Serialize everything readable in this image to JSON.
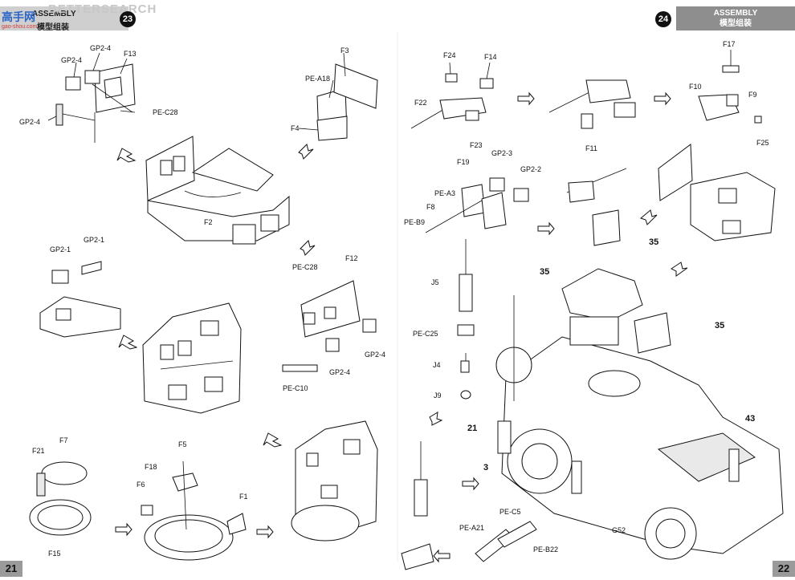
{
  "header": {
    "watermark": "BETTERSEARCH",
    "watermark_logo": "高手网",
    "watermark_url": "gao-shou.com",
    "left_title_en": "ASSEMBLY",
    "left_title_cn": "模型组装",
    "right_title_en": "ASSEMBLY",
    "right_title_cn": "模型组装"
  },
  "steps": {
    "left": "23",
    "right": "24"
  },
  "pages": {
    "left": "21",
    "right": "22"
  },
  "labels": {
    "gp24a": "GP2-4",
    "gp24b": "GP2-4",
    "gp24c": "GP2-4",
    "f13": "F13",
    "pec28a": "PE-C28",
    "f3": "F3",
    "pea18": "PE-A18",
    "f4": "F4",
    "f2": "F2",
    "gp21a": "GP2-1",
    "gp21b": "GP2-1",
    "pec28b": "PE-C28",
    "f12": "F12",
    "gp24d": "GP2-4",
    "gp24e": "GP2-4",
    "pec10": "PE-C10",
    "f21": "F21",
    "f7": "F7",
    "f15": "F15",
    "f18": "F18",
    "f5": "F5",
    "f6": "F6",
    "f1": "F1",
    "f24": "F24",
    "f14": "F14",
    "f22": "F22",
    "f23": "F23",
    "f11": "F11",
    "f17": "F17",
    "f10": "F10",
    "f9": "F9",
    "f25": "F25",
    "f19": "F19",
    "gp23": "GP2-3",
    "gp22": "GP2-2",
    "pea3": "PE-A3",
    "f8": "F8",
    "peb9": "PE-B9",
    "j5": "J5",
    "pec25": "PE-C25",
    "j4": "J4",
    "j9": "J9",
    "pea21": "PE-A21",
    "pec5": "PE-C5",
    "peb22": "PE-B22",
    "g52": "G52"
  },
  "refs": {
    "r35a": "35",
    "r35b": "35",
    "r35c": "35",
    "r21": "21",
    "r3": "3",
    "r43": "43"
  }
}
